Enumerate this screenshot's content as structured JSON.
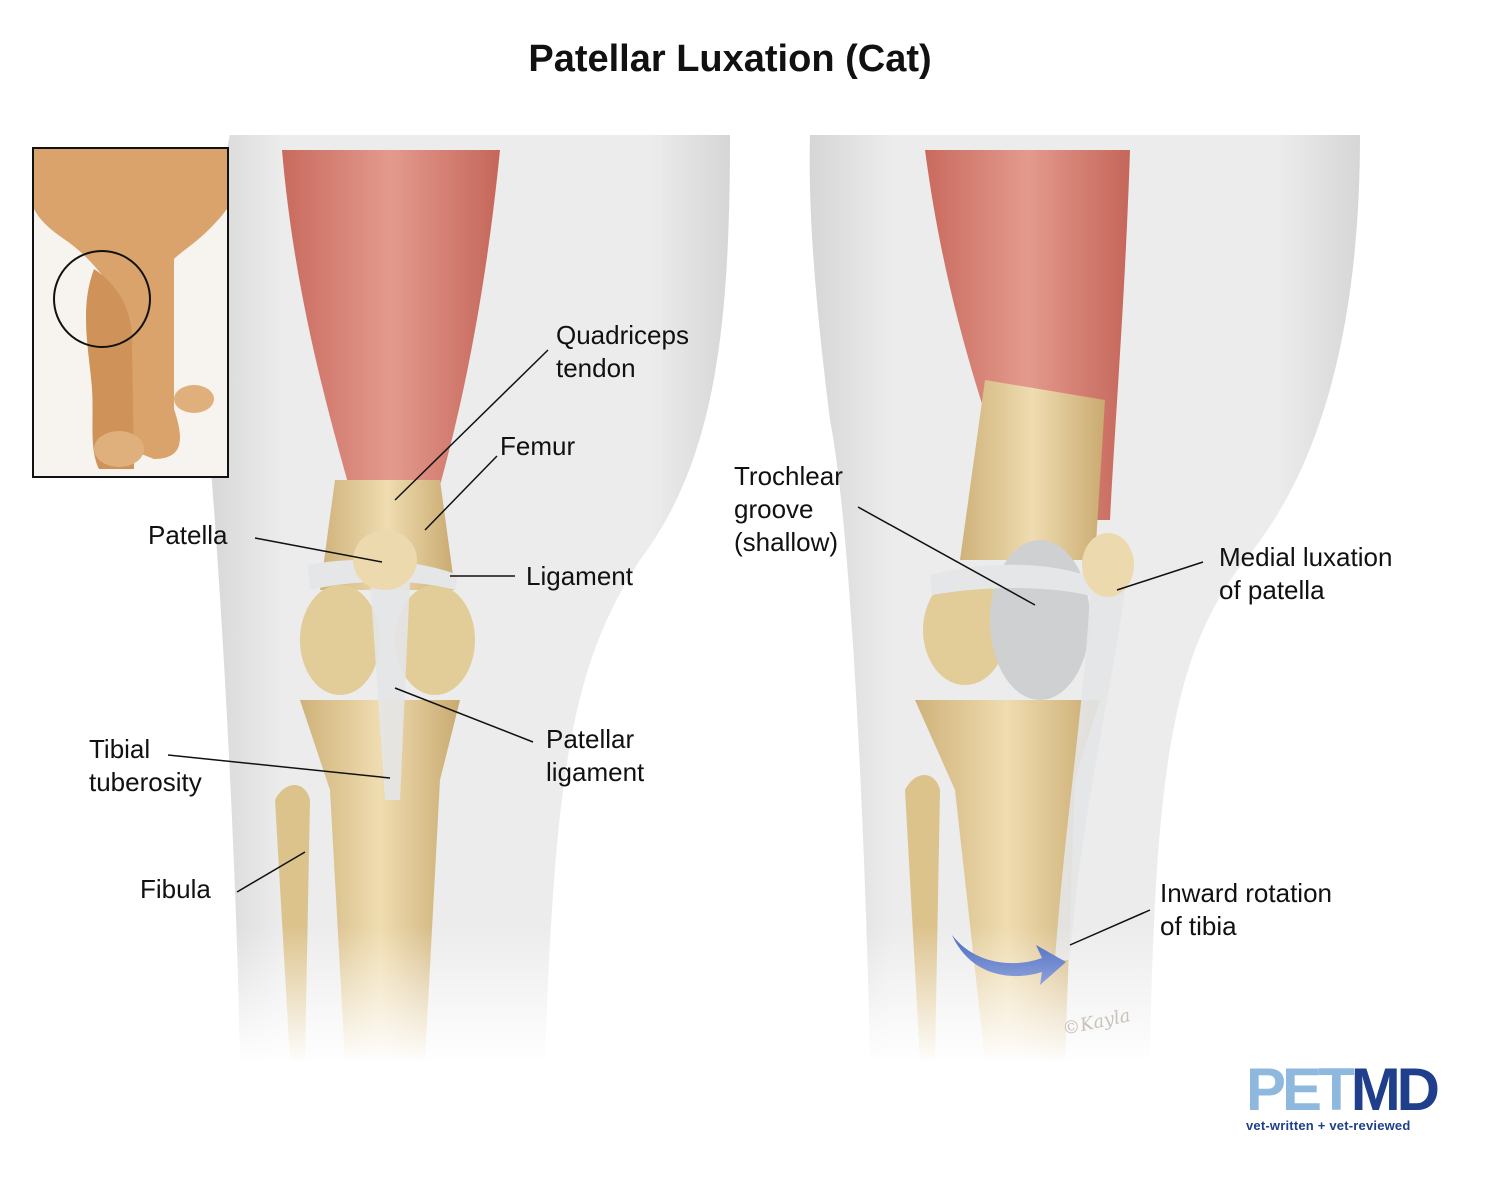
{
  "title": "Patellar Luxation (Cat)",
  "labels": {
    "quadriceps_tendon": "Quadriceps\ntendon",
    "femur": "Femur",
    "patella": "Patella",
    "ligament": "Ligament",
    "patellar_ligament": "Patellar\nligament",
    "tibial_tuberosity": "Tibial\ntuberosity",
    "fibula": "Fibula",
    "trochlear_groove": "Trochlear\ngroove\n(shallow)",
    "medial_luxation": "Medial luxation\nof patella",
    "inward_rotation": "Inward rotation\nof tibia"
  },
  "logo": {
    "word_pet": "PET",
    "word_md": "MD",
    "tagline": "vet-written + vet-reviewed"
  },
  "signature": "©Kayla",
  "colors": {
    "muscle": "#d98478",
    "bone": "#e6cf9c",
    "ligament": "#e4e6e8",
    "arrow": "#3d5fbf",
    "logo_light": "#8fb8de",
    "logo_dark": "#1f3f8c"
  }
}
